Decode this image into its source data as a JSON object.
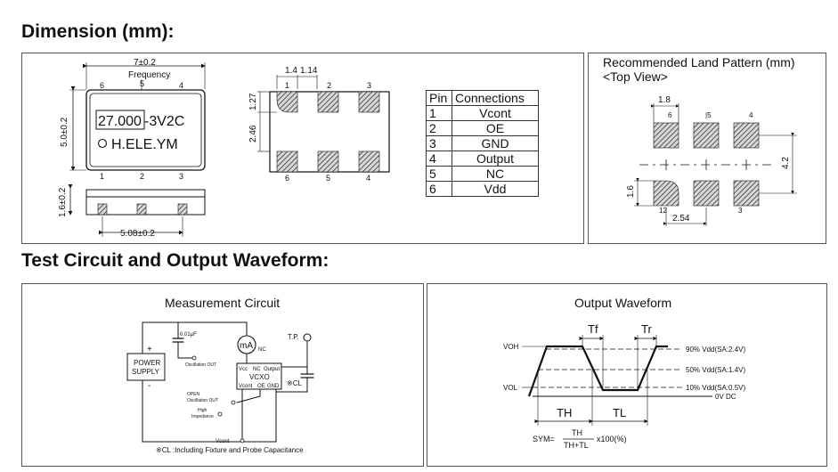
{
  "sections": {
    "dimension_title": "Dimension (mm):",
    "test_title": "Test Circuit and Output Waveform:"
  },
  "package_top": {
    "width_label": "7±0.2",
    "frequency_label": "Frequency",
    "pin6": "6",
    "pin5": "5",
    "pin4": "4",
    "height_label": "5.0±0.2",
    "marking_freq": "27.000",
    "marking_suffix": "-3V2C",
    "marking_brand": "H.ELE.YM"
  },
  "package_side": {
    "pin1": "1",
    "pin2": "2",
    "pin3": "3",
    "height_label": "1.6±0.2",
    "pitch_label": "5.08±0.2"
  },
  "package_bottom": {
    "dim_a": "1.4",
    "dim_b": "1.14",
    "dim_c": "1.27",
    "dim_d": "2.46",
    "pin1": "1",
    "pin2": "2",
    "pin3": "3",
    "pin6": "6",
    "pin5": "5",
    "pin4": "4"
  },
  "pin_table": {
    "header_pin": "Pin",
    "header_conn": "Connections",
    "rows": [
      {
        "pin": "1",
        "conn": "Vcont"
      },
      {
        "pin": "2",
        "conn": "OE"
      },
      {
        "pin": "3",
        "conn": "GND"
      },
      {
        "pin": "4",
        "conn": "Output"
      },
      {
        "pin": "5",
        "conn": "NC"
      },
      {
        "pin": "6",
        "conn": "Vdd"
      }
    ]
  },
  "land_pattern": {
    "title_line1": "Recommended Land Pattern (mm)",
    "title_line2": "<Top View>",
    "dim_w": "1.8",
    "dim_h": "4.2",
    "dim_pad": "1.6",
    "dim_pitch": "2.54",
    "pin6": "6",
    "pin5": "|5",
    "pin4": "4",
    "pin12": "12",
    "pin3": "3"
  },
  "measurement": {
    "title": "Measurement Circuit",
    "power1": "POWER",
    "power2": "SUPPLY",
    "plus": "+",
    "minus": "-",
    "cap": "0.01μF",
    "osc_out": "Oscillation OUT",
    "meter": "mA",
    "nc": "NC",
    "tp": "T.P.",
    "vcc": "Vcc",
    "nc2": "NC",
    "output": "Output",
    "vcxo": "VCXO",
    "vcont": "Vcont",
    "oe": "OE",
    "gnd": "GND",
    "cl": "※CL",
    "open": "OPEN",
    "osc_out2": "Oscillation OUT",
    "high": "High",
    "impedance": "Impedance",
    "vcont_bottom": "Vcont",
    "footnote": "※CL :Including Fixture and Probe Capacitance"
  },
  "waveform": {
    "title": "Output Waveform",
    "voh": "VOH",
    "vol": "VOL",
    "tf": "Tf",
    "tr": "Tr",
    "l90": "90% Vdd(SA:2.4V)",
    "l50": "50% Vdd(SA:1.4V)",
    "l10": "10% Vdd(SA:0.5V)",
    "l0": "0V DC",
    "th": "TH",
    "tl": "TL",
    "sym": "SYM=",
    "frac_num": "TH",
    "frac_den": "TH+TL",
    "x100": "x100(%)"
  }
}
